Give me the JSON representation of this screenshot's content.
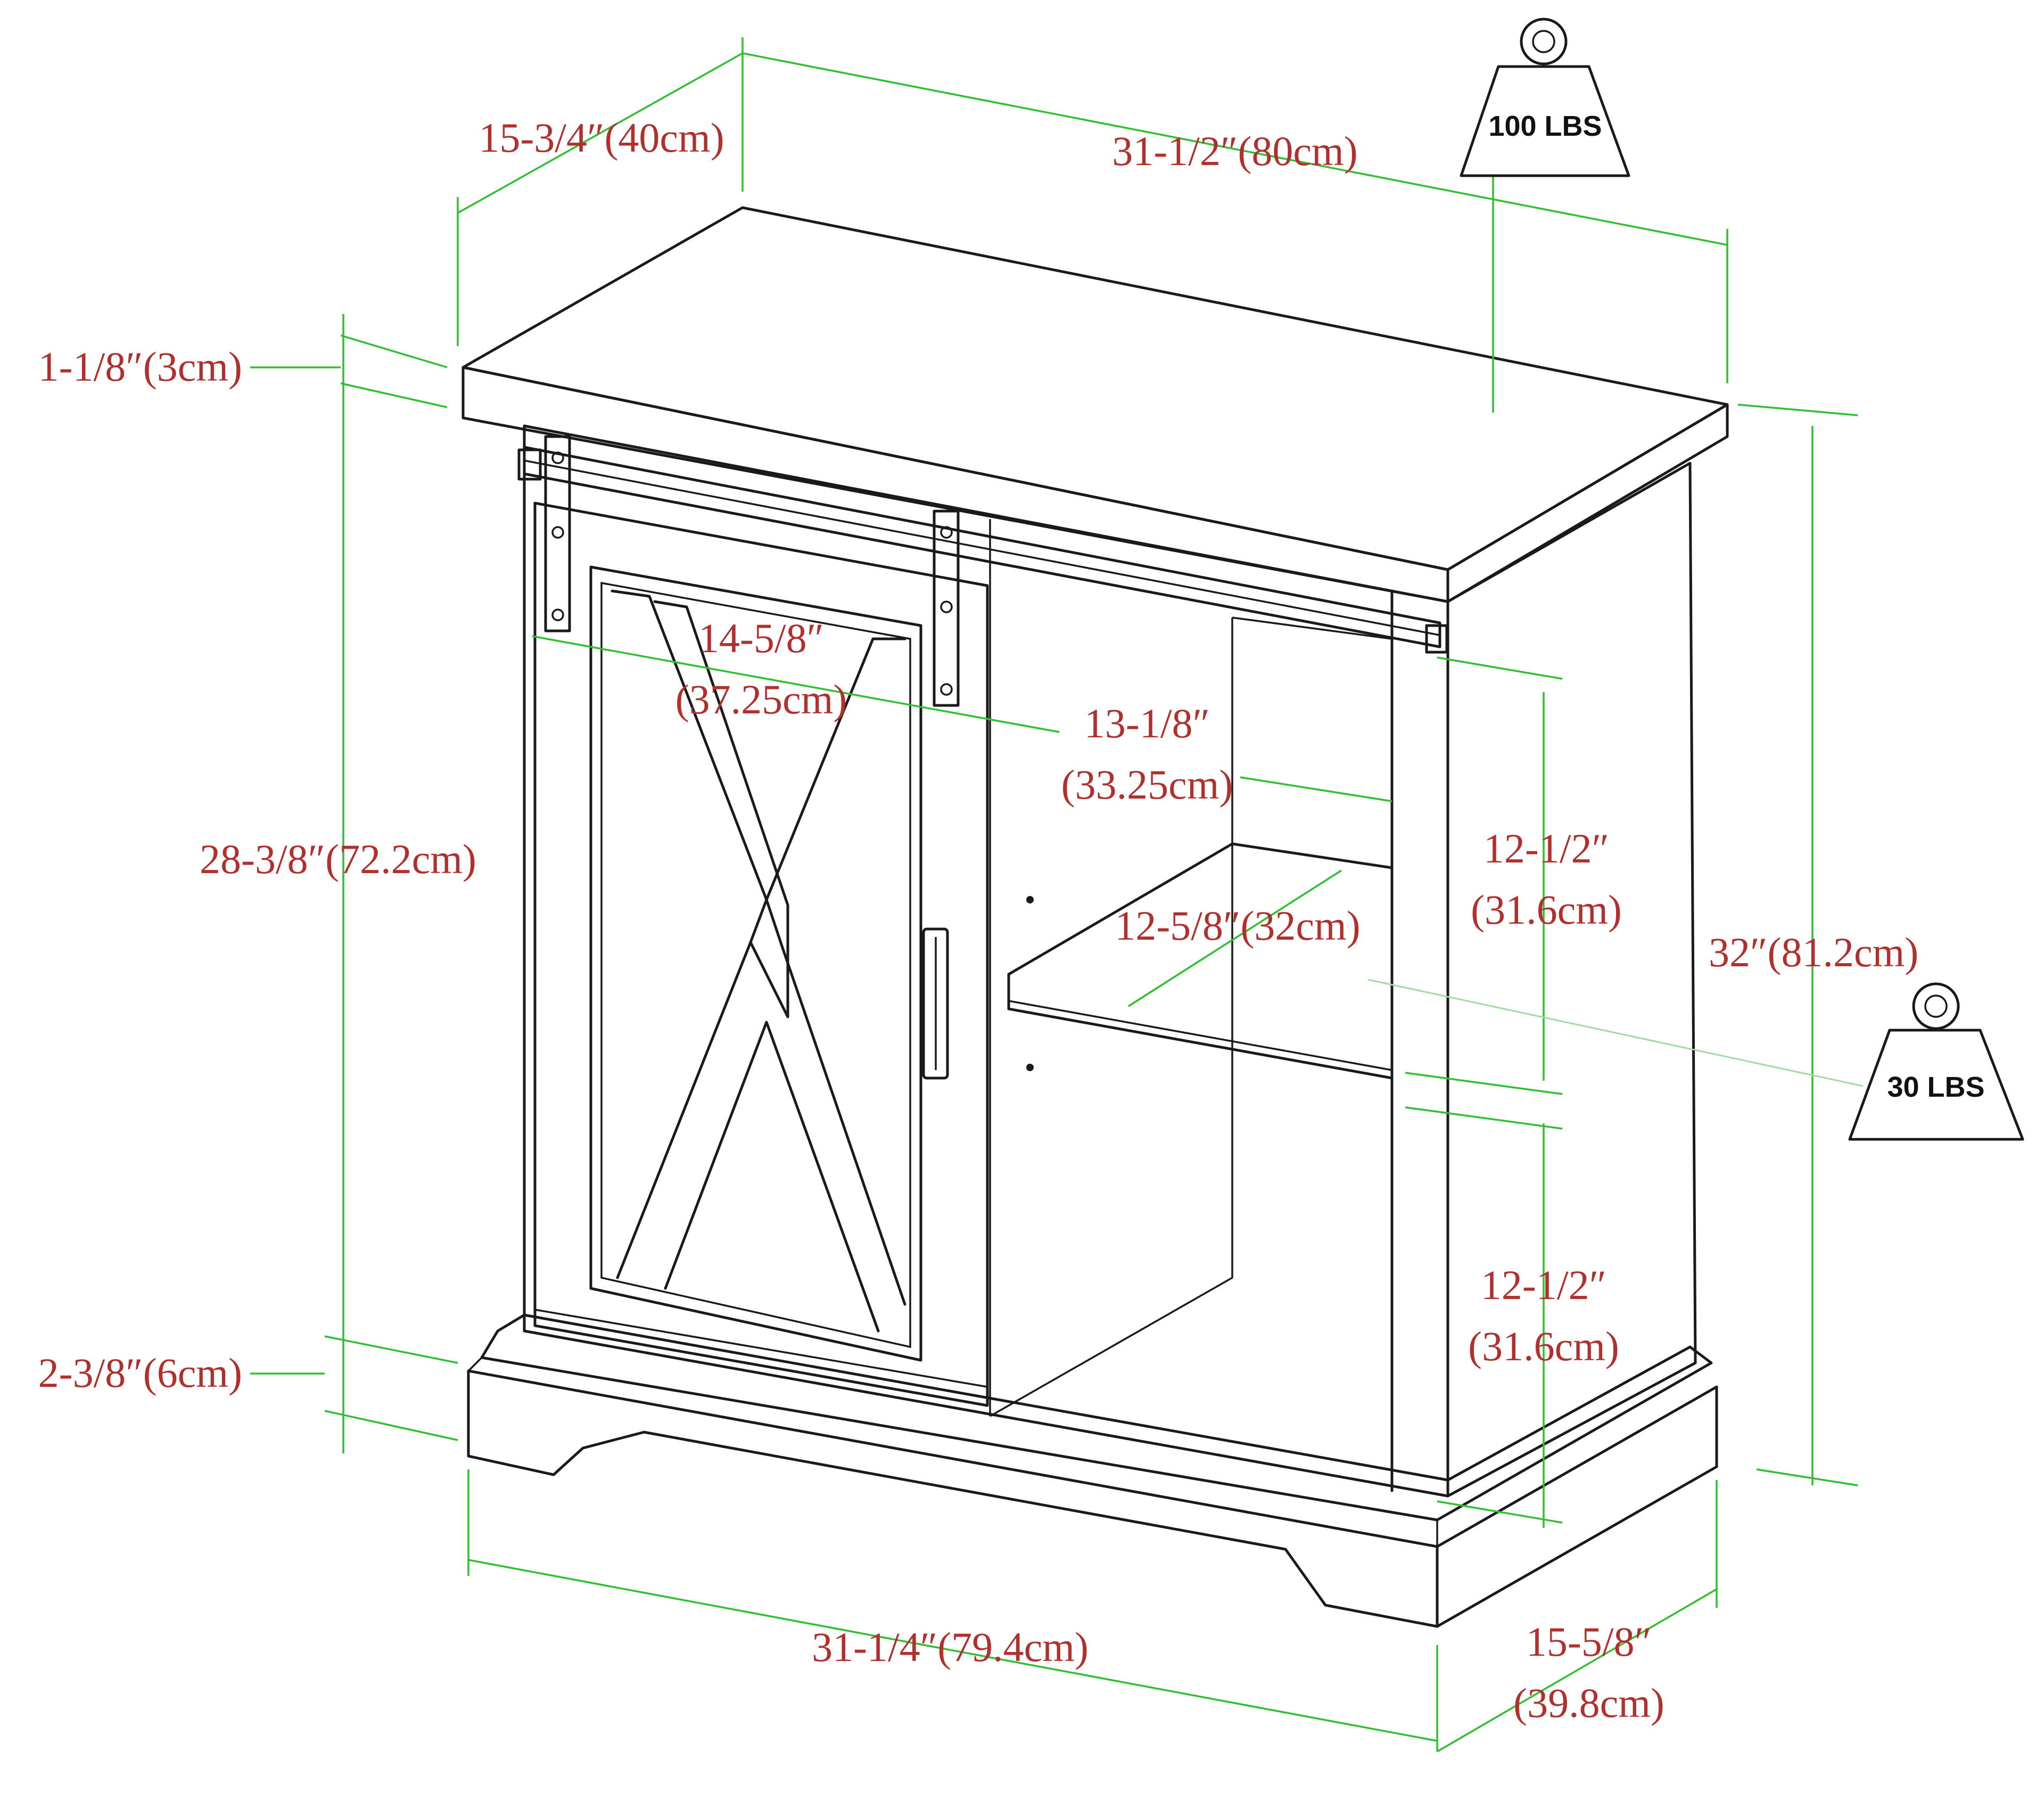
{
  "dimensions": {
    "top_depth": "15-3/4″(40cm)",
    "top_width": "31-1/2″(80cm)",
    "top_thickness": "1-1/8″(3cm)",
    "body_height": "28-3/8″(72.2cm)",
    "base_height": "2-3/8″(6cm)",
    "door_width_in": "14-5/8″",
    "door_width_cm": "(37.25cm)",
    "opening_width_in": "13-1/8″",
    "opening_width_cm": "(33.25cm)",
    "shelf_depth": "12-5/8″(32cm)",
    "upper_opening_in": "12-1/2″",
    "upper_opening_cm": "(31.6cm)",
    "lower_opening_in": "12-1/2″",
    "lower_opening_cm": "(31.6cm)",
    "total_height": "32″(81.2cm)",
    "base_width": "31-1/4″(79.4cm)",
    "base_depth_in": "15-5/8″",
    "base_depth_cm": "(39.8cm)"
  },
  "weights": {
    "top_capacity": "100 LBS",
    "shelf_capacity": "30 LBS"
  },
  "colors": {
    "line_art": "#1a1a1a",
    "dimension_lines": "#2fbf2f",
    "label_text": "#b0302e"
  }
}
